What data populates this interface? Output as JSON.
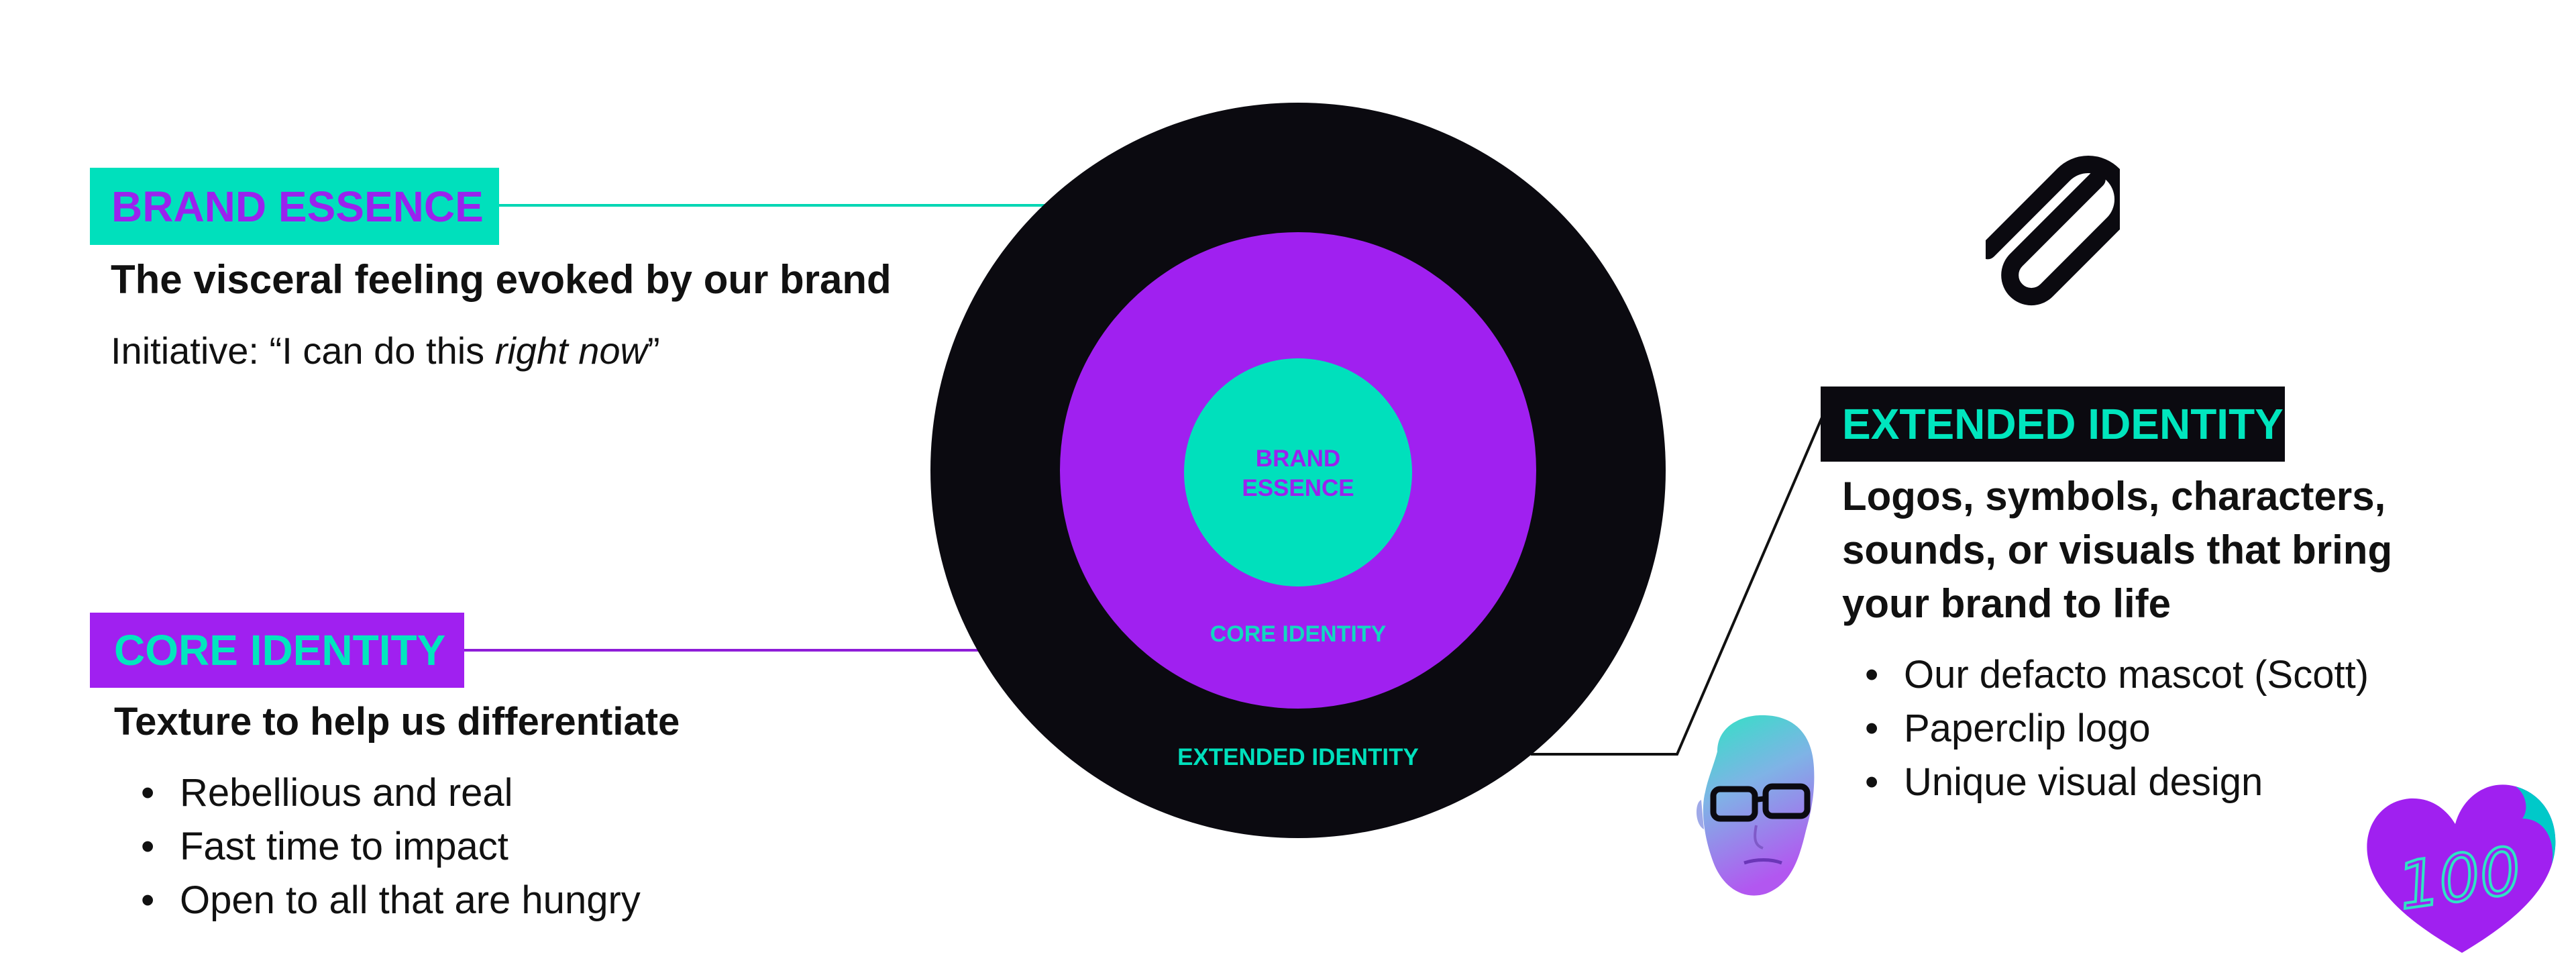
{
  "colors": {
    "teal": "#00E0BC",
    "purple": "#A020F0",
    "black": "#0B0A10",
    "text": "#111111"
  },
  "brand_essence": {
    "tag": "BRAND ESSENCE",
    "heading": "The visceral feeling evoked by our brand",
    "line_prefix": "Initiative: “I can do this ",
    "line_emphasis": "right now",
    "line_suffix": "”"
  },
  "core_identity": {
    "tag": "CORE IDENTITY",
    "heading": "Texture to help us differentiate",
    "bullets": [
      "Rebellious and real",
      "Fast time to impact",
      "Open to all that are hungry"
    ]
  },
  "extended_identity": {
    "tag": "EXTENDED IDENTITY",
    "heading_lines": [
      "Logos, symbols, characters,",
      "sounds, or visuals that bring",
      "your brand to life"
    ],
    "bullets": [
      "Our defacto mascot (Scott)",
      "Paperclip logo",
      "Unique visual design"
    ]
  },
  "diagram": {
    "inner_label_lines": [
      "BRAND",
      "ESSENCE"
    ],
    "middle_label": "CORE IDENTITY",
    "outer_label": "EXTENDED IDENTITY"
  },
  "icons": {
    "paperclip": "paperclip-logo-icon",
    "mascot": "mascot-portrait-icon",
    "sticker": "heart-100-sticker-icon"
  },
  "sticker": {
    "text": "100"
  }
}
